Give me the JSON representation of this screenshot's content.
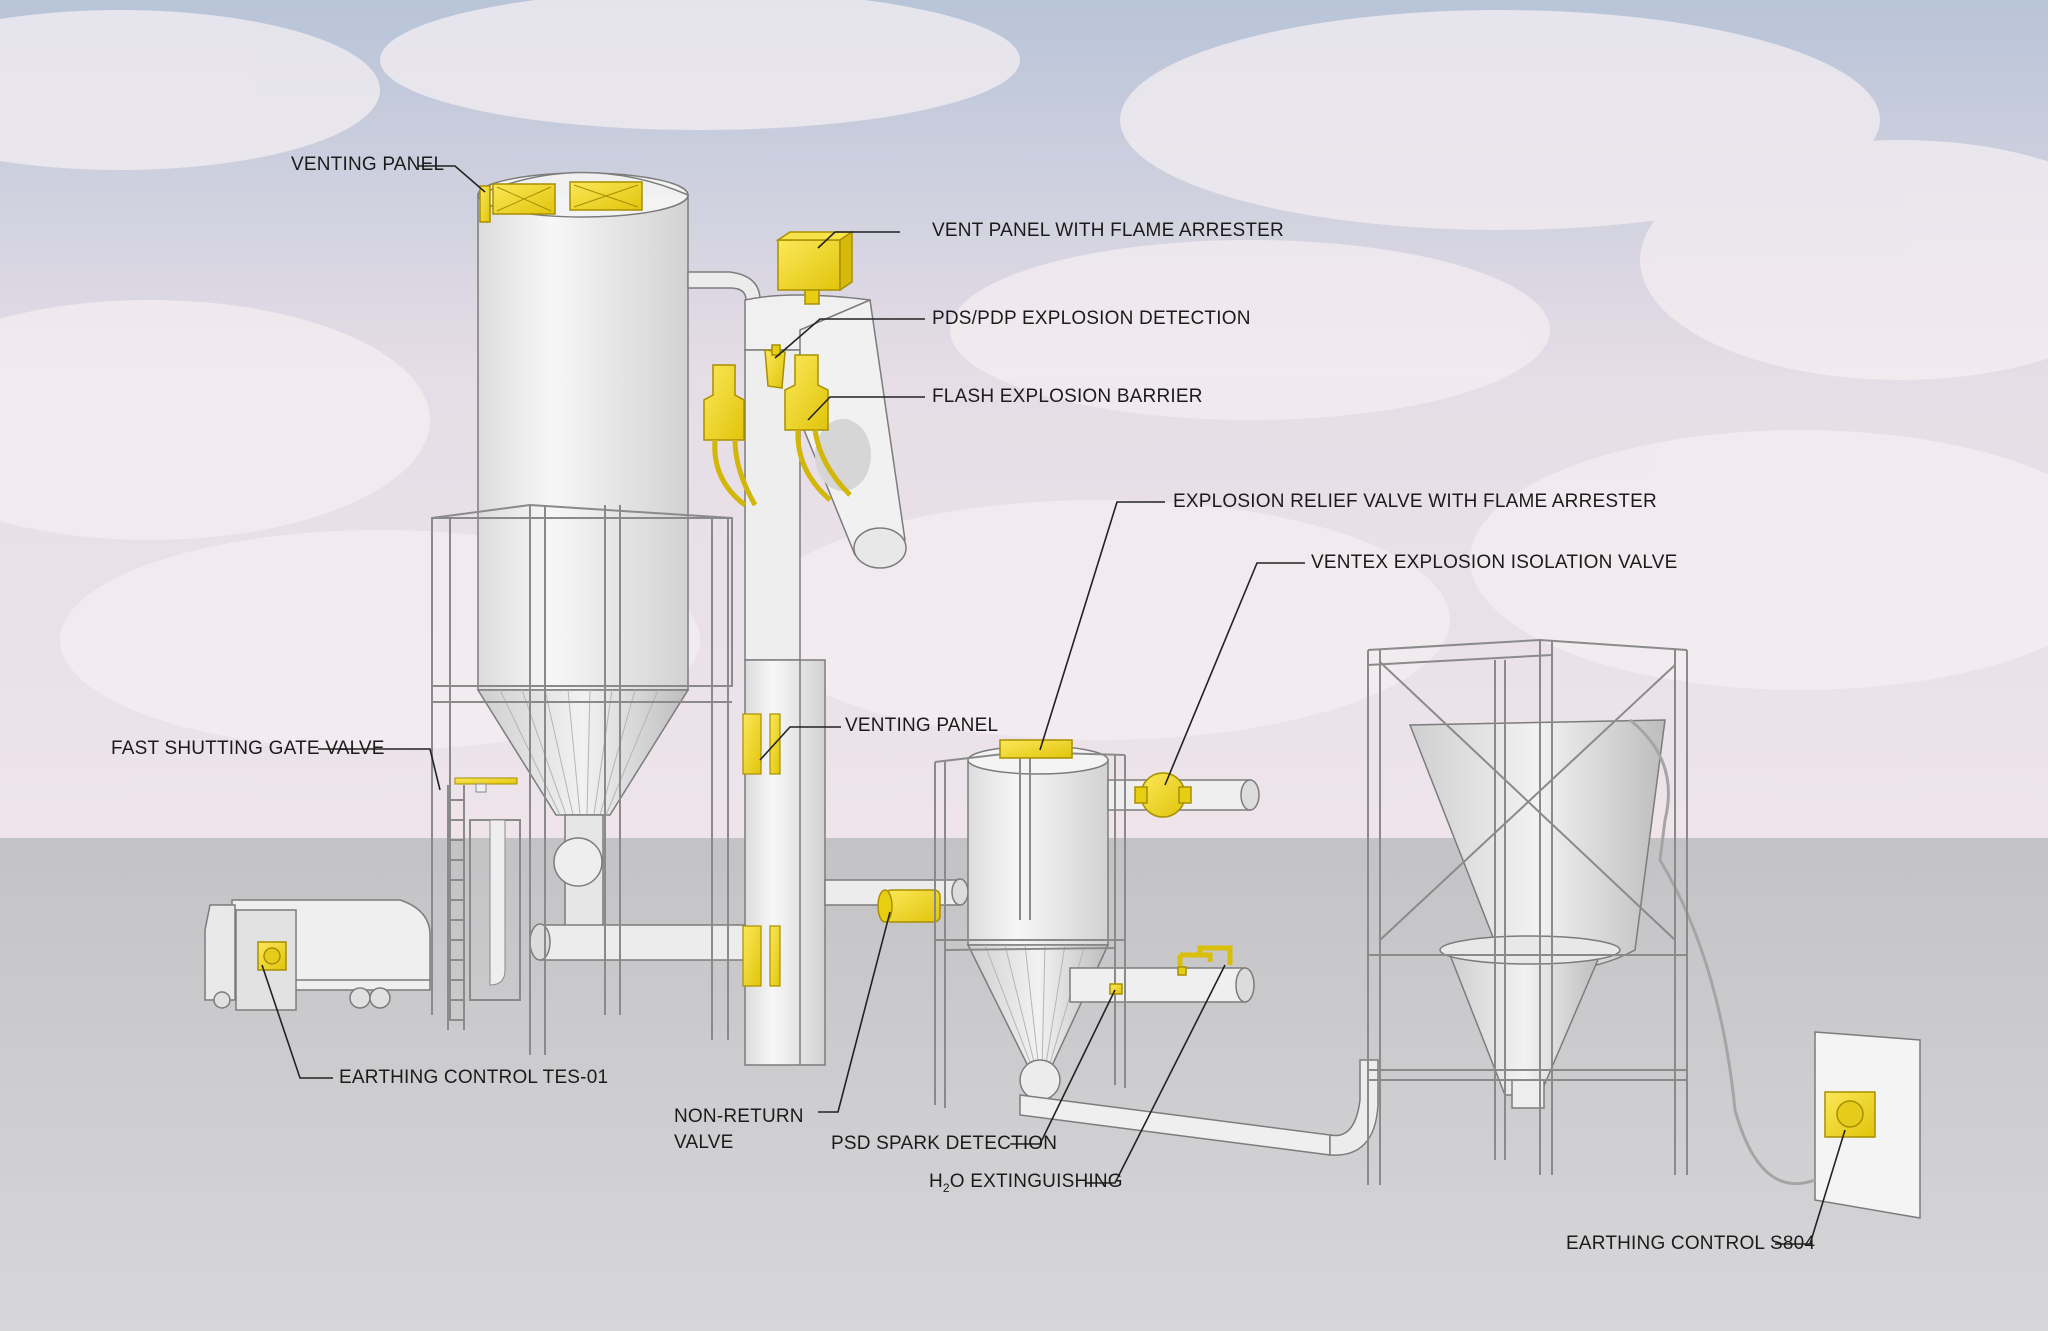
{
  "labels": {
    "venting_panel_top": "VENTING PANEL",
    "vent_panel_flame_arrester": "VENT PANEL WITH FLAME ARRESTER",
    "pds_pdp": "PDS/PDP EXPLOSION DETECTION",
    "flash_barrier": "FLASH EXPLOSION BARRIER",
    "relief_valve": "EXPLOSION RELIEF VALVE WITH FLAME ARRESTER",
    "ventex": "VENTEX EXPLOSION ISOLATION VALVE",
    "fast_gate": "FAST SHUTTING GATE VALVE",
    "venting_panel_mid": "VENTING PANEL",
    "earthing_tes": "EARTHING CONTROL TES-01",
    "non_return_1": "NON-RETURN",
    "non_return_2": "VALVE",
    "psd": "PSD SPARK DETECTION",
    "h2o_a": "H",
    "h2o_sub": "2",
    "h2o_b": "O EXTINGUISHING",
    "earthing_s804": "EARTHING CONTROL S804"
  },
  "colors": {
    "accent": "#f2dc1e",
    "equipment": "#f0f0ef",
    "outline": "#7c7c7c",
    "ground": "#c9c9cb",
    "sky_top": "#b7c3d8",
    "sky_bottom": "#ece1e8",
    "leader": "#222222"
  }
}
